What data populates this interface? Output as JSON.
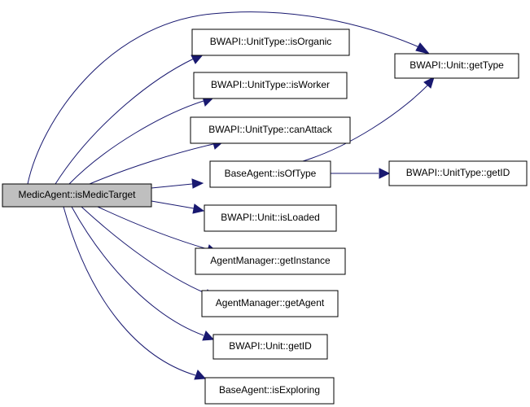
{
  "graph": {
    "edge_color": "#191970",
    "root_fill": "#bfbfbf",
    "nodes": {
      "root": "MedicAgent::isMedicTarget",
      "isOrganic": "BWAPI::UnitType::isOrganic",
      "isWorker": "BWAPI::UnitType::isWorker",
      "canAttack": "BWAPI::UnitType::canAttack",
      "isOfType": "BaseAgent::isOfType",
      "isLoaded": "BWAPI::Unit::isLoaded",
      "getInstance": "AgentManager::getInstance",
      "getAgent": "AgentManager::getAgent",
      "unitGetID": "BWAPI::Unit::getID",
      "isExploring": "BaseAgent::isExploring",
      "getType": "BWAPI::Unit::getType",
      "unitTypeGetID": "BWAPI::UnitType::getID"
    },
    "edges": [
      [
        "root",
        "getType"
      ],
      [
        "root",
        "isOrganic"
      ],
      [
        "root",
        "isWorker"
      ],
      [
        "root",
        "canAttack"
      ],
      [
        "root",
        "isOfType"
      ],
      [
        "root",
        "isLoaded"
      ],
      [
        "root",
        "getInstance"
      ],
      [
        "root",
        "getAgent"
      ],
      [
        "root",
        "unitGetID"
      ],
      [
        "root",
        "isExploring"
      ],
      [
        "isOfType",
        "getType"
      ],
      [
        "isOfType",
        "unitTypeGetID"
      ]
    ]
  }
}
